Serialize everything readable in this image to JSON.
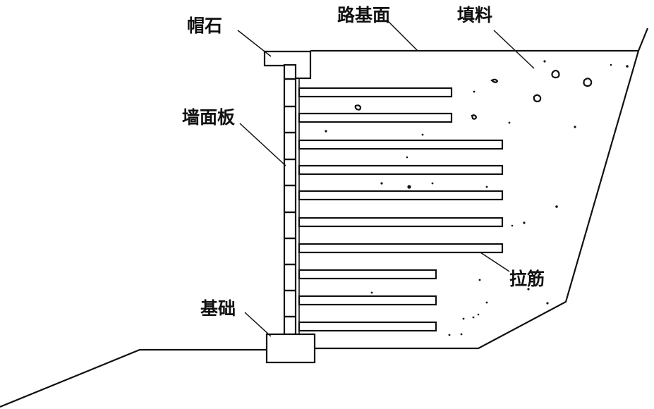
{
  "labels": {
    "cap_stone": "帽石",
    "roadbed_surface": "路基面",
    "fill_material": "填料",
    "wall_panel": "墙面板",
    "reinforcement": "拉筋",
    "foundation": "基础"
  },
  "colors": {
    "ink": "#111111",
    "background": "#ffffff"
  }
}
